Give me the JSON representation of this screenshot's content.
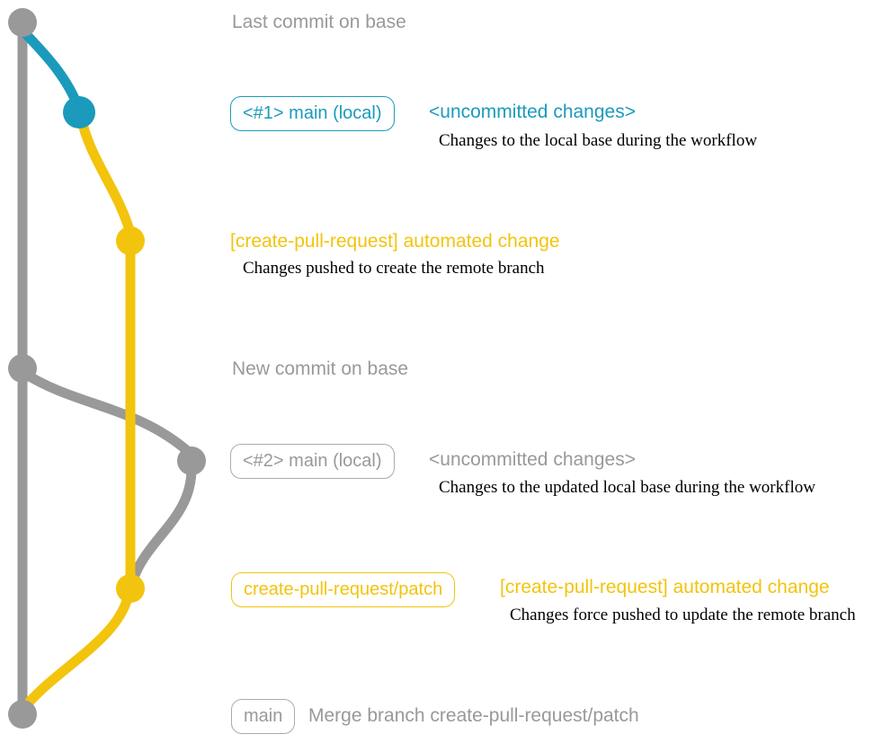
{
  "colors": {
    "gray": "#999999",
    "blue": "#1B9ABC",
    "yellow": "#F2C40D"
  },
  "annotations": {
    "last_commit_on_base": "Last commit on base",
    "new_commit_on_base": "New commit on base"
  },
  "step1": {
    "branch_tag": "<#1> main (local)",
    "status": "<uncommitted changes>",
    "description": "Changes to the local base during the workflow"
  },
  "step2": {
    "title": "[create-pull-request] automated change",
    "description": "Changes pushed to create the remote branch"
  },
  "step3": {
    "branch_tag": "<#2> main (local)",
    "status": "<uncommitted changes>",
    "description": "Changes to the updated local base during the workflow"
  },
  "step4": {
    "branch_tag": "create-pull-request/patch",
    "title": "[create-pull-request] automated change",
    "description": "Changes force pushed to update the remote branch"
  },
  "step5": {
    "branch_tag": "main",
    "description": "Merge branch create-pull-request/patch"
  }
}
